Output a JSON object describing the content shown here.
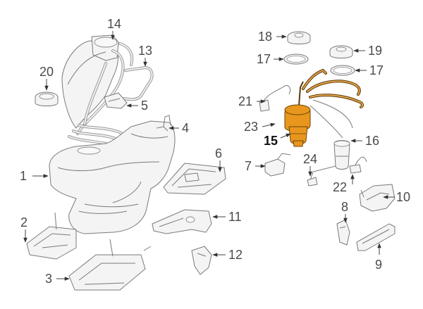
{
  "diagram": {
    "highlight_color": "#e8961e",
    "line_color": "#7a7a7a",
    "highlighted_part": "15",
    "callouts": [
      {
        "id": "c1",
        "label": "1"
      },
      {
        "id": "c2",
        "label": "2"
      },
      {
        "id": "c3",
        "label": "3"
      },
      {
        "id": "c4",
        "label": "4"
      },
      {
        "id": "c5",
        "label": "5"
      },
      {
        "id": "c6",
        "label": "6"
      },
      {
        "id": "c7",
        "label": "7"
      },
      {
        "id": "c8",
        "label": "8"
      },
      {
        "id": "c9",
        "label": "9"
      },
      {
        "id": "c10",
        "label": "10"
      },
      {
        "id": "c11",
        "label": "11"
      },
      {
        "id": "c12",
        "label": "12"
      },
      {
        "id": "c13",
        "label": "13"
      },
      {
        "id": "c14",
        "label": "14"
      },
      {
        "id": "c15",
        "label": "15"
      },
      {
        "id": "c16",
        "label": "16"
      },
      {
        "id": "c17a",
        "label": "17"
      },
      {
        "id": "c17b",
        "label": "17"
      },
      {
        "id": "c18",
        "label": "18"
      },
      {
        "id": "c19",
        "label": "19"
      },
      {
        "id": "c20",
        "label": "20"
      },
      {
        "id": "c21",
        "label": "21"
      },
      {
        "id": "c22",
        "label": "22"
      },
      {
        "id": "c23",
        "label": "23"
      },
      {
        "id": "c24",
        "label": "24"
      }
    ]
  }
}
